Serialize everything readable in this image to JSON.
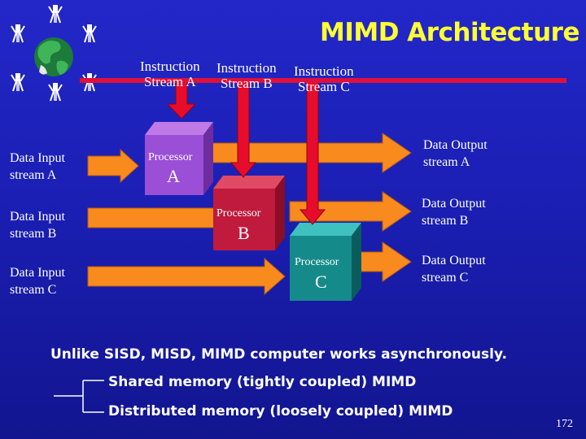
{
  "title": "MIMD Architecture",
  "instruction_streams": [
    {
      "line1": "Instruction",
      "line2": "Stream  A"
    },
    {
      "line1": "Instruction",
      "line2": "Stream B"
    },
    {
      "line1": "Instruction",
      "line2": "Stream C"
    }
  ],
  "inputs": [
    {
      "line1": "Data Input",
      "line2": "stream A"
    },
    {
      "line1": "Data Input",
      "line2": "stream B"
    },
    {
      "line1": "Data Input",
      "line2": "stream C"
    }
  ],
  "outputs": [
    {
      "line1": "Data Output",
      "line2": "stream A"
    },
    {
      "line1": "Data Output",
      "line2": "stream B"
    },
    {
      "line1": "Data Output",
      "line2": "stream C"
    }
  ],
  "processors": [
    {
      "label": "Processor",
      "letter": "A",
      "color": "#9a4fd6"
    },
    {
      "label": "Processor",
      "letter": "B",
      "color": "#c01a3c"
    },
    {
      "label": "Processor",
      "letter": "C",
      "color": "#158a8a"
    }
  ],
  "colors": {
    "arrow": "#f98a1e",
    "instruction_arrow": "#e80c2c",
    "title": "#ffff33",
    "background": "#1b1fb4"
  },
  "notes": {
    "main": "Unlike SISD, MISD, MIMD computer works asynchronously.",
    "shared": "Shared memory (tightly coupled) MIMD",
    "distributed": "Distributed memory (loosely coupled) MIMD"
  },
  "page_number": "172"
}
